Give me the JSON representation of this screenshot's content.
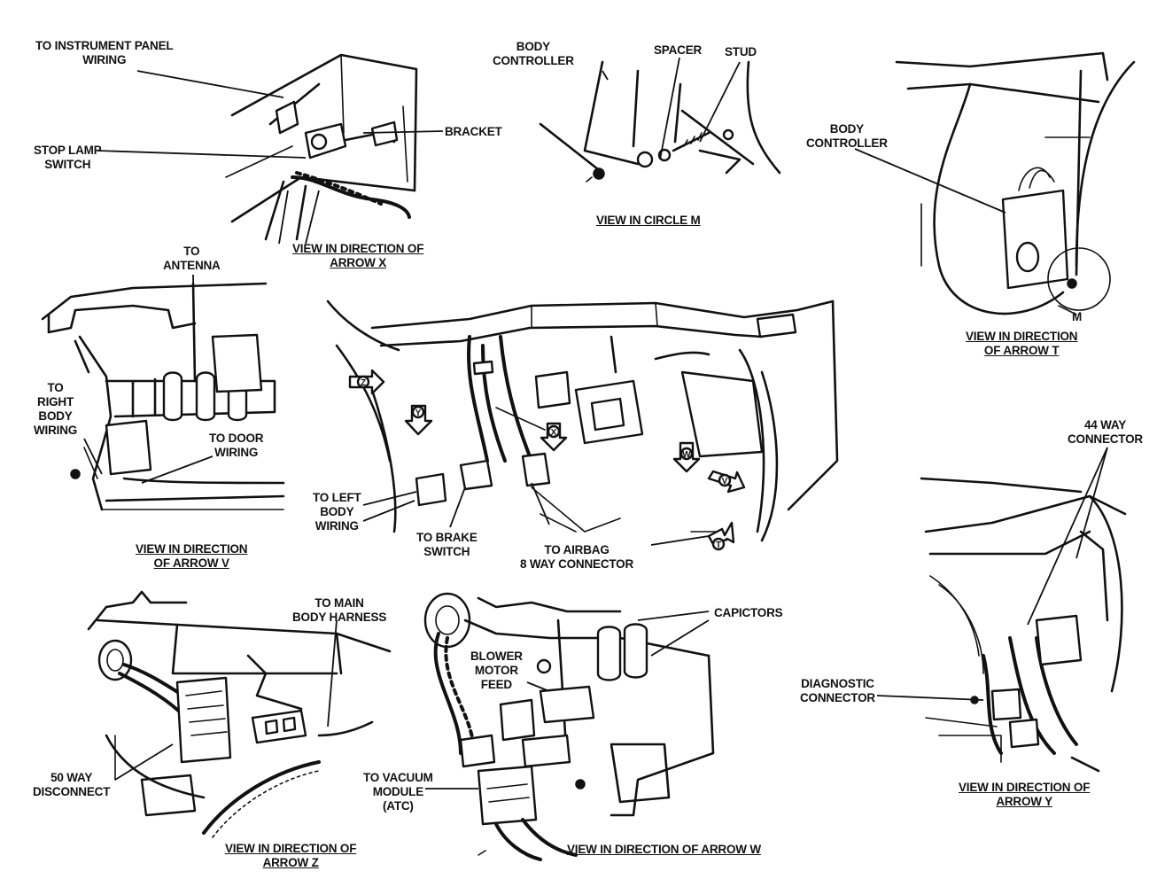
{
  "labels": {
    "instrument_panel": "TO INSTRUMENT PANEL\nWIRING",
    "stop_lamp": "STOP LAMP\nSWITCH",
    "bracket": "BRACKET",
    "view_x": "VIEW IN DIRECTION OF\nARROW X",
    "body_controller_m": "BODY\nCONTROLLER",
    "spacer": "SPACER",
    "stud": "STUD",
    "view_m": "VIEW IN CIRCLE M",
    "body_controller_t": "BODY\nCONTROLLER",
    "m_marker": "M",
    "view_t": "VIEW IN DIRECTION\nOF ARROW T",
    "antenna": "TO\nANTENNA",
    "right_body": "TO\nRIGHT\nBODY\nWIRING",
    "door_wiring": "TO DOOR\nWIRING",
    "view_v": "VIEW IN DIRECTION\nOF ARROW V",
    "left_body": "TO LEFT\nBODY\nWIRING",
    "brake_switch": "TO BRAKE\nSWITCH",
    "airbag": "TO AIRBAG\n8 WAY CONNECTOR",
    "connector_44": "44 WAY\nCONNECTOR",
    "main_body": "TO MAIN\nBODY HARNESS",
    "disconnect_50": "50 WAY\nDISCONNECT",
    "view_z": "VIEW IN DIRECTION OF\nARROW Z",
    "capictors": "CAPICTORS",
    "blower": "BLOWER\nMOTOR\nFEED",
    "vacuum": "TO VACUUM\nMODULE\n(ATC)",
    "view_w": "VIEW IN DIRECTION OF ARROW W",
    "diagnostic": "DIAGNOSTIC\nCONNECTOR",
    "view_y": "VIEW IN DIRECTION OF\nARROW Y"
  },
  "arrow_markers": {
    "z": "Z",
    "y": "Y",
    "x": "X",
    "w": "W",
    "v": "V",
    "t": "T"
  }
}
